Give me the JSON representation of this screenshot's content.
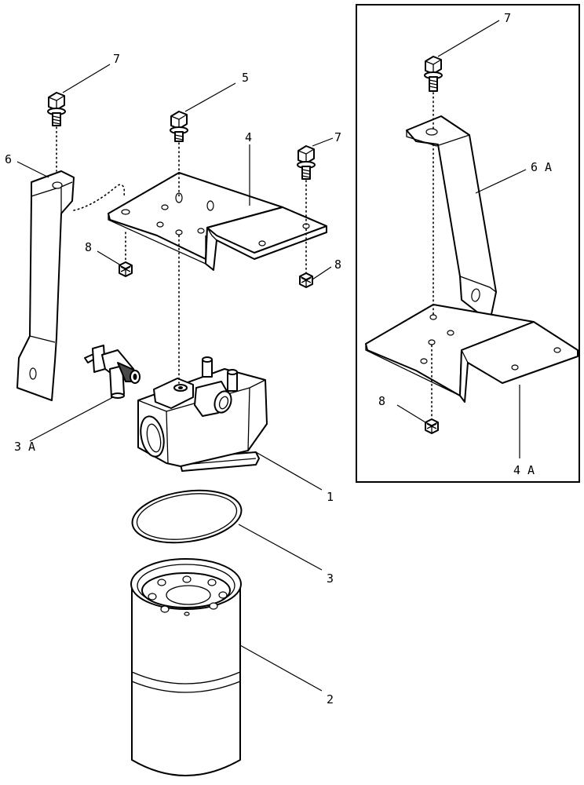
{
  "callouts": {
    "c7_left": "7",
    "c5": "5",
    "c4": "4",
    "c7_mid": "7",
    "c6": "6",
    "c8_left": "8",
    "c8_mid": "8",
    "c3a": "3 A",
    "c1": "1",
    "c3": "3",
    "c2": "2",
    "c7_inset": "7",
    "c6a": "6 A",
    "c8_inset": "8",
    "c4a": "4 A"
  }
}
